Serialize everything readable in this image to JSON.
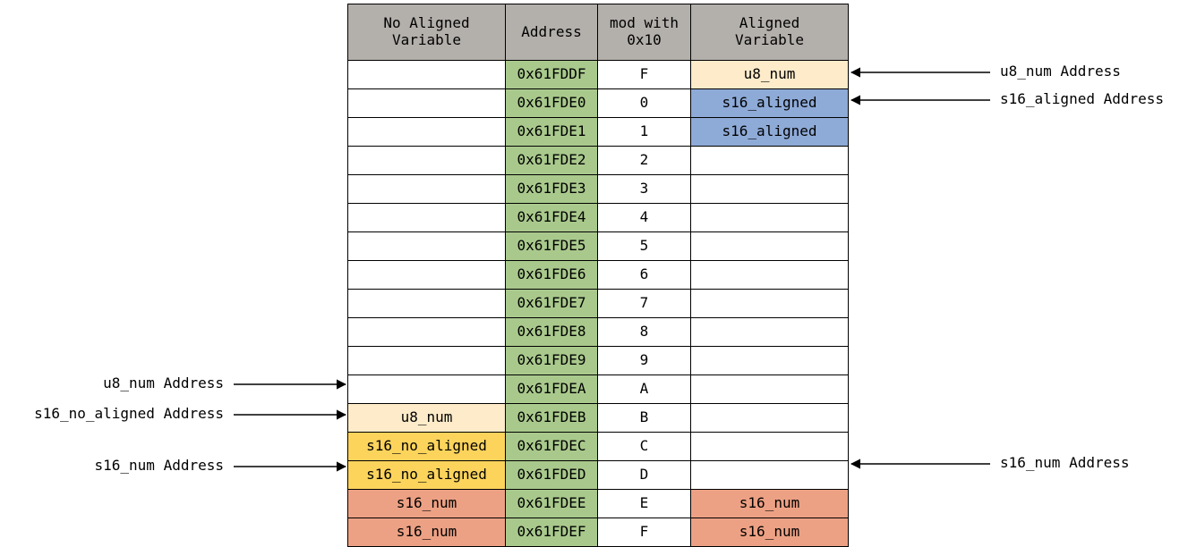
{
  "table": {
    "headers": [
      {
        "lines": [
          "No Aligned",
          "Variable"
        ],
        "name": "header-no-aligned-variable"
      },
      {
        "lines": [
          "Address"
        ],
        "name": "header-address"
      },
      {
        "lines": [
          "mod with",
          "0x10"
        ],
        "name": "header-mod-with-0x10"
      },
      {
        "lines": [
          "Aligned",
          "Variable"
        ],
        "name": "header-aligned-variable"
      }
    ],
    "rows": [
      {
        "no_aligned": "",
        "no_aligned_color": "c-none",
        "address": "0x61FDDF",
        "mod": "F",
        "aligned": "u8_num",
        "aligned_color": "c-cream"
      },
      {
        "no_aligned": "",
        "no_aligned_color": "c-none",
        "address": "0x61FDE0",
        "mod": "0",
        "aligned": "s16_aligned",
        "aligned_color": "c-blue"
      },
      {
        "no_aligned": "",
        "no_aligned_color": "c-none",
        "address": "0x61FDE1",
        "mod": "1",
        "aligned": "s16_aligned",
        "aligned_color": "c-blue"
      },
      {
        "no_aligned": "",
        "no_aligned_color": "c-none",
        "address": "0x61FDE2",
        "mod": "2",
        "aligned": "",
        "aligned_color": "c-none"
      },
      {
        "no_aligned": "",
        "no_aligned_color": "c-none",
        "address": "0x61FDE3",
        "mod": "3",
        "aligned": "",
        "aligned_color": "c-none"
      },
      {
        "no_aligned": "",
        "no_aligned_color": "c-none",
        "address": "0x61FDE4",
        "mod": "4",
        "aligned": "",
        "aligned_color": "c-none"
      },
      {
        "no_aligned": "",
        "no_aligned_color": "c-none",
        "address": "0x61FDE5",
        "mod": "5",
        "aligned": "",
        "aligned_color": "c-none"
      },
      {
        "no_aligned": "",
        "no_aligned_color": "c-none",
        "address": "0x61FDE6",
        "mod": "6",
        "aligned": "",
        "aligned_color": "c-none"
      },
      {
        "no_aligned": "",
        "no_aligned_color": "c-none",
        "address": "0x61FDE7",
        "mod": "7",
        "aligned": "",
        "aligned_color": "c-none"
      },
      {
        "no_aligned": "",
        "no_aligned_color": "c-none",
        "address": "0x61FDE8",
        "mod": "8",
        "aligned": "",
        "aligned_color": "c-none"
      },
      {
        "no_aligned": "",
        "no_aligned_color": "c-none",
        "address": "0x61FDE9",
        "mod": "9",
        "aligned": "",
        "aligned_color": "c-none"
      },
      {
        "no_aligned": "",
        "no_aligned_color": "c-none",
        "address": "0x61FDEA",
        "mod": "A",
        "aligned": "",
        "aligned_color": "c-none"
      },
      {
        "no_aligned": "u8_num",
        "no_aligned_color": "c-cream",
        "address": "0x61FDEB",
        "mod": "B",
        "aligned": "",
        "aligned_color": "c-none"
      },
      {
        "no_aligned": "s16_no_aligned",
        "no_aligned_color": "c-yellow",
        "address": "0x61FDEC",
        "mod": "C",
        "aligned": "",
        "aligned_color": "c-none"
      },
      {
        "no_aligned": "s16_no_aligned",
        "no_aligned_color": "c-yellow",
        "address": "0x61FDED",
        "mod": "D",
        "aligned": "",
        "aligned_color": "c-none"
      },
      {
        "no_aligned": "s16_num",
        "no_aligned_color": "c-salmon",
        "address": "0x61FDEE",
        "mod": "E",
        "aligned": "s16_num",
        "aligned_color": "c-salmon"
      },
      {
        "no_aligned": "s16_num",
        "no_aligned_color": "c-salmon",
        "address": "0x61FDEF",
        "mod": "F",
        "aligned": "s16_num",
        "aligned_color": "c-salmon"
      }
    ]
  },
  "annotations": {
    "left": [
      {
        "label": "u8_num Address",
        "name": "annotation-left-u8-num-address"
      },
      {
        "label": "s16_no_aligned Address",
        "name": "annotation-left-s16-no-aligned-address"
      },
      {
        "label": "s16_num Address",
        "name": "annotation-left-s16-num-address"
      }
    ],
    "right": [
      {
        "label": "u8_num Address",
        "name": "annotation-right-u8-num-address"
      },
      {
        "label": "s16_aligned Address",
        "name": "annotation-right-s16-aligned-address"
      },
      {
        "label": "s16_num Address",
        "name": "annotation-right-s16-num-address"
      }
    ]
  },
  "colors": {
    "header_gray": "#b3afab",
    "address_green": "#a9c98c",
    "u8_num_cream": "#fdebc9",
    "s16_aligned_blue": "#8eaad7",
    "s16_no_aligned_yellow": "#fcd45c",
    "s16_num_salmon": "#eda184",
    "border": "#000000",
    "arrow": "#000000"
  }
}
